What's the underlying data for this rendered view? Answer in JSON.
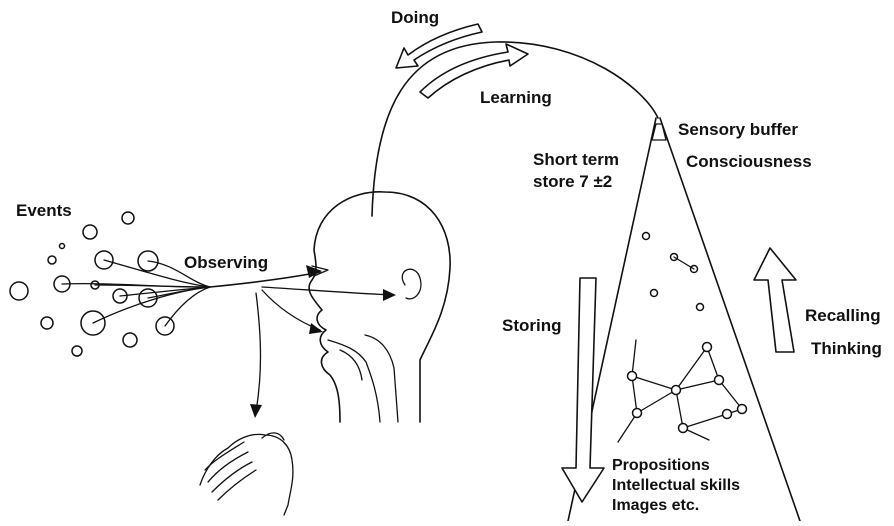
{
  "labels": {
    "doing": "Doing",
    "learning": "Learning",
    "sensory_buffer": "Sensory buffer",
    "consciousness": "Consciousness",
    "short_term_line1": "Short term",
    "short_term_line2": "store 7 ±2",
    "events": "Events",
    "observing": "Observing",
    "storing": "Storing",
    "recalling": "Recalling",
    "thinking": "Thinking",
    "propositions": "Propositions",
    "intellectual_skills": "Intellectual skills",
    "images_etc": "Images etc."
  },
  "colors": {
    "ink": "#111111",
    "background": "#ffffff"
  }
}
